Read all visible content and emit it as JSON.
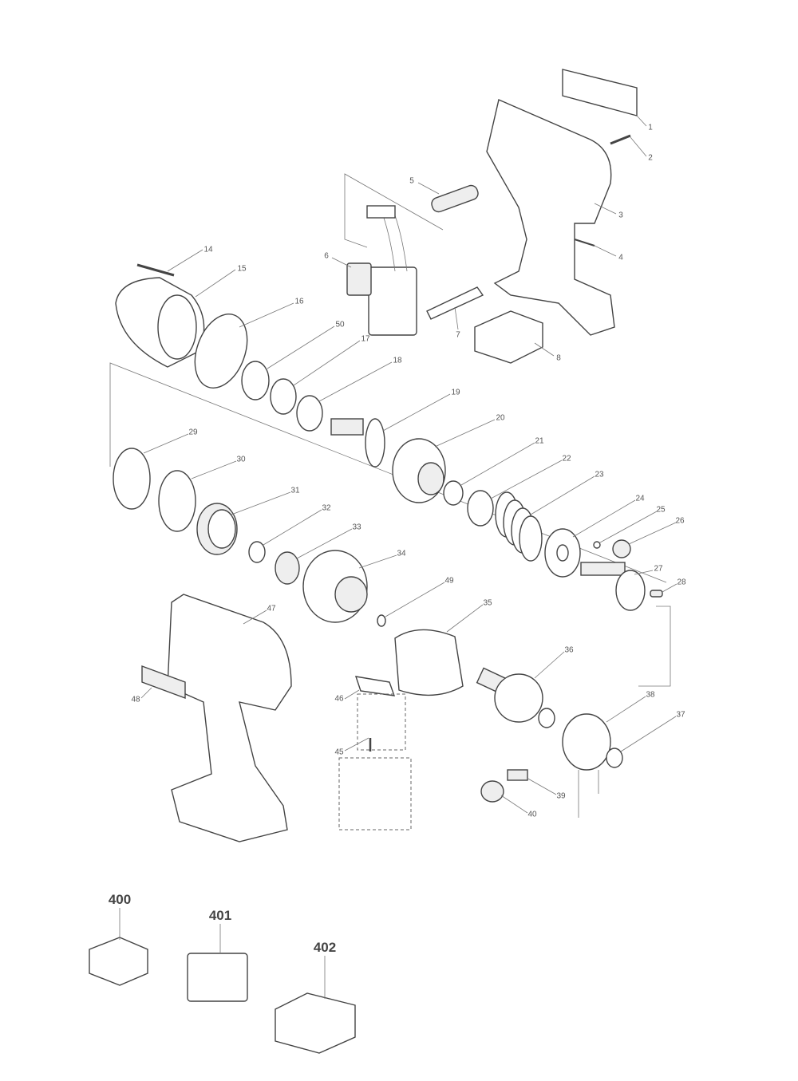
{
  "diagram": {
    "part_numbers": [
      "1",
      "2",
      "3",
      "4",
      "5",
      "6",
      "7",
      "8",
      "14",
      "15",
      "16",
      "50",
      "17",
      "18",
      "19",
      "20",
      "21",
      "22",
      "23",
      "24",
      "25",
      "26",
      "27",
      "28",
      "29",
      "30",
      "31",
      "32",
      "33",
      "34",
      "49",
      "35",
      "47",
      "36",
      "48",
      "46",
      "38",
      "37",
      "45",
      "39",
      "40"
    ],
    "accessory_numbers": [
      "400",
      "401",
      "402"
    ]
  }
}
